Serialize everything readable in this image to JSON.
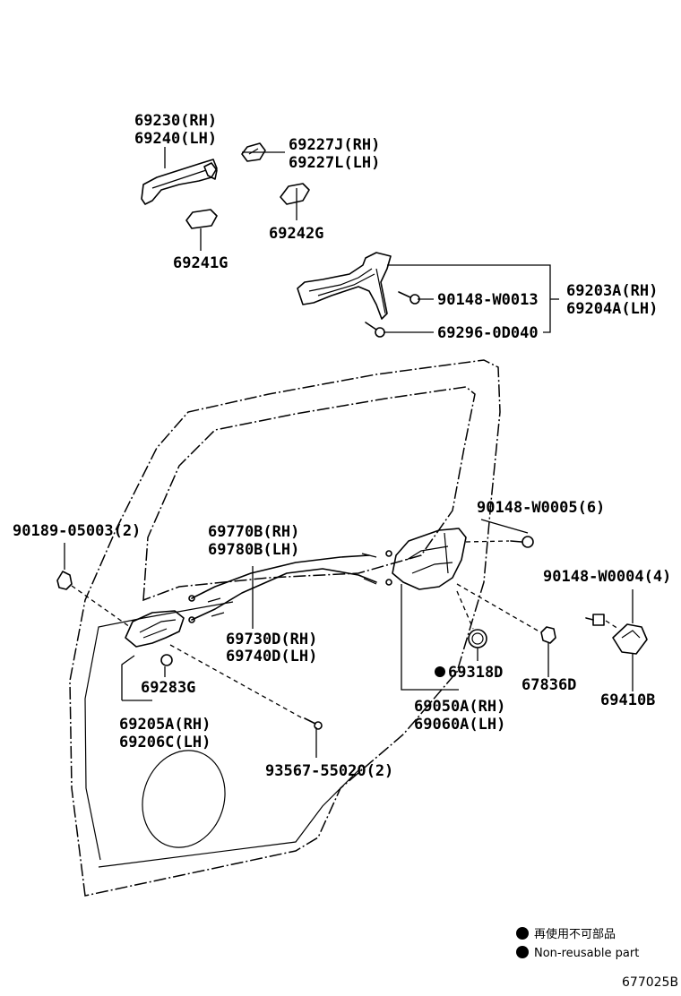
{
  "labels": {
    "p69230": "69230(RH)",
    "p69240": "69240(LH)",
    "p69227j": "69227J(RH)",
    "p69227l": "69227L(LH)",
    "p69242g": "69242G",
    "p69241g": "69241G",
    "p90148_w0013": "90148-W0013",
    "p69296": "69296-0D040",
    "p69203a": "69203A(RH)",
    "p69204a": "69204A(LH)",
    "p90189": "90189-05003(2)",
    "p69770b": "69770B(RH)",
    "p69780b": "69780B(LH)",
    "p90148_w0005": "90148-W0005(6)",
    "p90148_w0004": "90148-W0004(4)",
    "p69730d": "69730D(RH)",
    "p69740d": "69740D(LH)",
    "p69318d": "69318D",
    "p67836d": "67836D",
    "p69410b": "69410B",
    "p69283g": "69283G",
    "p69050a": "69050A(RH)",
    "p69060a": "69060A(LH)",
    "p69205a": "69205A(RH)",
    "p69206c": "69206C(LH)",
    "p93567": "93567-55020(2)"
  },
  "legend": {
    "jp": "再使用不可部品",
    "en": "Non-reusable part"
  },
  "diagram_code": "677025B"
}
